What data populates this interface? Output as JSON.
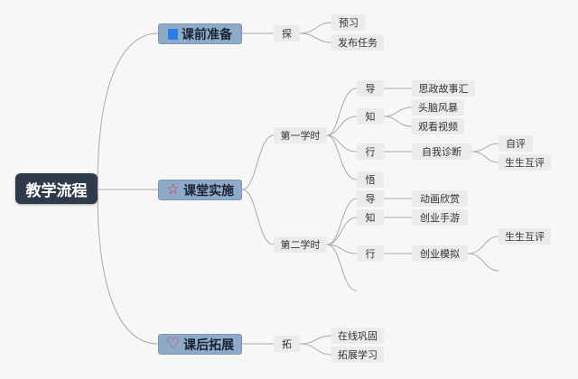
{
  "root": {
    "label": "教学流程"
  },
  "branches": {
    "prep": {
      "label": "课前准备",
      "icon": "flag-icon"
    },
    "class": {
      "label": "课堂实施",
      "icon": "star-icon"
    },
    "after": {
      "label": "课后拓展",
      "icon": "heart-icon"
    }
  },
  "nodes": {
    "tan": "探",
    "yuxi": "预习",
    "fabu": "发布任务",
    "period1": "第一学时",
    "dao1": "导",
    "sizheng": "思政故事汇",
    "zhi1": "知",
    "toutao": "头脑风暴",
    "guankan": "观看视频",
    "xing1": "行",
    "zizhen": "自我诊断",
    "zip": "自评",
    "huping1": "生生互评",
    "wu": "悟",
    "period2": "第二学时",
    "dao2": "导",
    "donghua": "动画欣赏",
    "zhi2": "知",
    "chuangyou": "创业手游",
    "xing2": "行",
    "moni": "创业模拟",
    "huping2": "生生互评",
    "tuo": "拓",
    "zaixian": "在线巩固",
    "tuozhan": "拓展学习"
  },
  "colors": {
    "root_bg": "#2f3a4a",
    "branch_bg": "#8fa9c9",
    "leaf_bg": "#ebebeb",
    "line": "#a9a9a9",
    "flag_icon": "#2a7ee8",
    "star_icon": "#d9343c",
    "heart_icon": "#d9343c"
  }
}
